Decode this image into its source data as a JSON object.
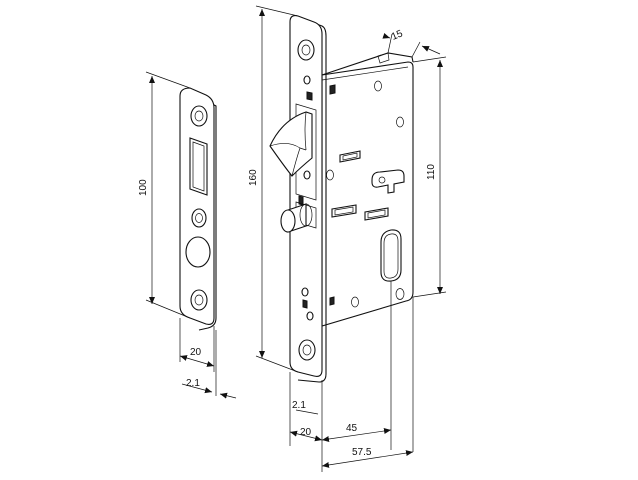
{
  "dimensions": {
    "strike_height": "100",
    "strike_width": "20",
    "strike_thickness": "2.1",
    "lock_faceplate_height": "160",
    "lock_case_height": "110",
    "lock_case_depth_top": "15",
    "lock_faceplate_thickness": "2.1",
    "lock_faceplate_width": "20",
    "backset": "45",
    "overall_depth": "57.5"
  }
}
